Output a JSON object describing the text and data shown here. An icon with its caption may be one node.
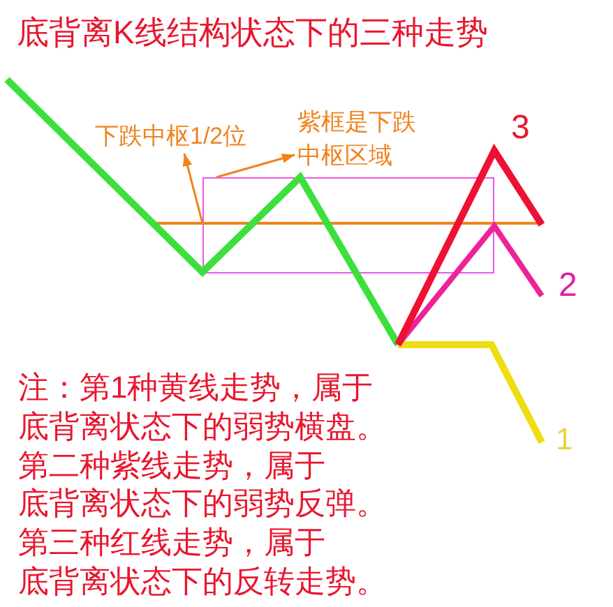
{
  "diagram": {
    "title": "底背离K线结构状态下的三种走势",
    "nodes": [
      {
        "text": [
          "下跌中枢1/2位"
        ]
      },
      {
        "text": [
          "紫框是下跌中枢区域"
        ]
      },
      {
        "text": [],
        "shape": "box"
      },
      {
        "text": [],
        "shape": "line"
      }
    ],
    "edges": [
      {
        "from": 3,
        "to": 0,
        "arrow": "to"
      },
      {
        "from": 2,
        "to": 1,
        "arrow": "to"
      }
    ],
    "labels": [
      "3",
      "2",
      "1",
      "注：第1种黄线走势，属于底背离状态下的弱势横盘。",
      "第二种紫线走势，属于底背离状态下的弱势反弹。",
      "第三种红线走势，属于底背离状态下的反转走势。"
    ]
  }
}
